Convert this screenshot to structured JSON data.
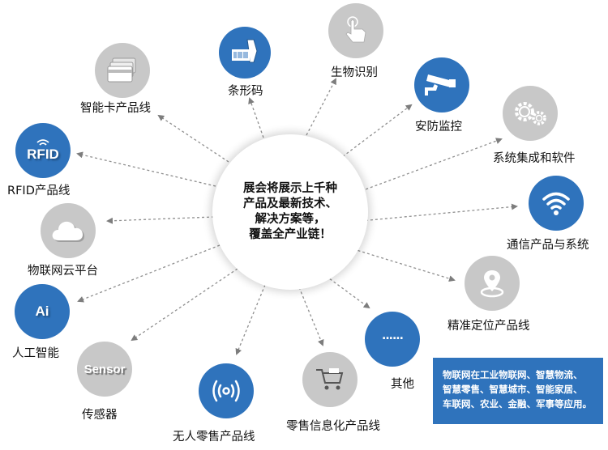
{
  "center": {
    "lines": [
      "展会将展示上千种",
      "产品及最新技术、",
      "解决方案等，",
      "覆盖全产业链！"
    ]
  },
  "nodes": [
    {
      "id": "smartcard",
      "label": "智能卡产品线",
      "icon": "card-icon",
      "color": "gray"
    },
    {
      "id": "barcode",
      "label": "条形码",
      "icon": "barcode-scanner-icon",
      "color": "blue"
    },
    {
      "id": "biometrics",
      "label": "生物识别",
      "icon": "finger-touch-icon",
      "color": "gray"
    },
    {
      "id": "security",
      "label": "安防监控",
      "icon": "cctv-camera-icon",
      "color": "blue"
    },
    {
      "id": "systems",
      "label": "系统集成和软件",
      "icon": "gears-icon",
      "color": "gray"
    },
    {
      "id": "communication",
      "label": "通信产品与系统",
      "icon": "wifi-icon",
      "color": "blue"
    },
    {
      "id": "positioning",
      "label": "精准定位产品线",
      "icon": "location-pin-icon",
      "color": "gray"
    },
    {
      "id": "other",
      "label": "其他",
      "icon": "ellipsis-icon",
      "icon_text": "......",
      "color": "blue"
    },
    {
      "id": "retail-info",
      "label": "零售信息化产品线",
      "icon": "shopping-cart-icon",
      "color": "gray"
    },
    {
      "id": "unmanned-retail",
      "label": "无人零售产品线",
      "icon": "nfc-signal-icon",
      "color": "blue"
    },
    {
      "id": "sensor",
      "label": "传感器",
      "icon": "sensor-text-icon",
      "icon_text": "Sensor",
      "color": "gray"
    },
    {
      "id": "ai",
      "label": "人工智能",
      "icon": "ai-text-icon",
      "icon_text": "Ai",
      "color": "blue"
    },
    {
      "id": "cloud",
      "label": "物联网云平台",
      "icon": "cloud-icon",
      "color": "gray"
    },
    {
      "id": "rfid",
      "label": "RFID产品线",
      "icon": "rfid-icon",
      "icon_text": "RFID",
      "color": "blue"
    }
  ],
  "info_box": {
    "lines": [
      "物联网在工业物联网、智慧物流、",
      "智慧零售、智慧城市、智能家居、",
      "车联网、农业、金融、军事等应用。"
    ]
  },
  "colors": {
    "blue": "#2f73bc",
    "gray": "#c8c8c8",
    "line": "#8a8a8a"
  }
}
